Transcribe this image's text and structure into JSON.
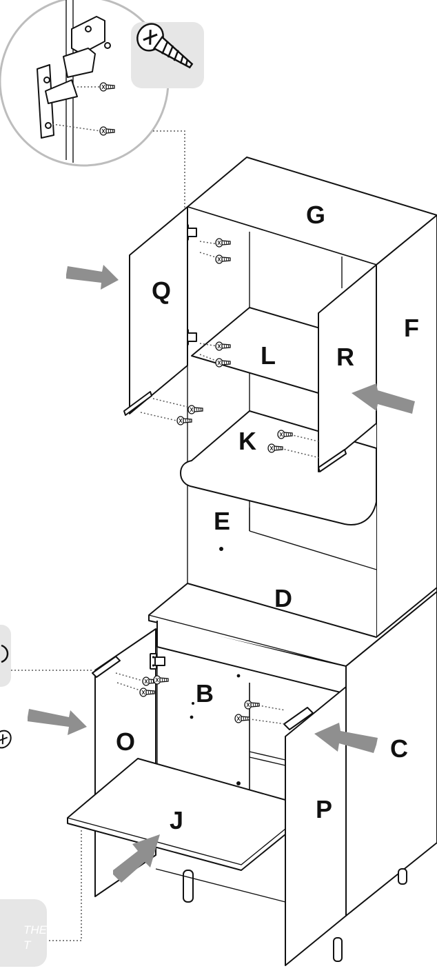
{
  "parts": {
    "G": "G",
    "Q": "Q",
    "F": "F",
    "L": "L",
    "R": "R",
    "K": "K",
    "E": "E",
    "D": "D",
    "B": "B",
    "O": "O",
    "C": "C",
    "P": "P",
    "J": "J"
  },
  "callout": {
    "line1": "THE",
    "line2": "T"
  },
  "icons": {
    "screw": "screw-icon",
    "hinge": "hinge-icon",
    "push_arrow": "push-arrow-icon"
  },
  "colors": {
    "line": "#111111",
    "arrow": "#8f8f8f",
    "callout_bg": "#e6e6e6"
  }
}
